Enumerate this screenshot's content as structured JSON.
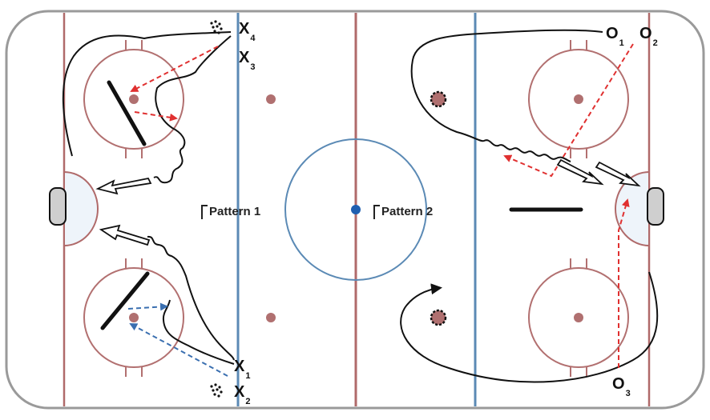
{
  "labels": {
    "pattern1": "Pattern 1",
    "pattern2": "Pattern 2"
  },
  "players": [
    {
      "mark": "X",
      "sub": "4"
    },
    {
      "mark": "X",
      "sub": "3"
    },
    {
      "mark": "X",
      "sub": "1"
    },
    {
      "mark": "X",
      "sub": "2"
    },
    {
      "mark": "O",
      "sub": "1"
    },
    {
      "mark": "O",
      "sub": "2"
    },
    {
      "mark": "O",
      "sub": "3"
    }
  ],
  "colors": {
    "board": "#9a9a9a",
    "red_line": "#b06a6a",
    "blue_line": "#5b8ab5",
    "circle": "#b27070",
    "dot": "#b07070",
    "crease_fill": "#eef4fa",
    "path_black": "#111111",
    "pass_red": "#e03030",
    "pass_blue": "#3a6fb0",
    "center_dot": "#1f5fb0"
  }
}
